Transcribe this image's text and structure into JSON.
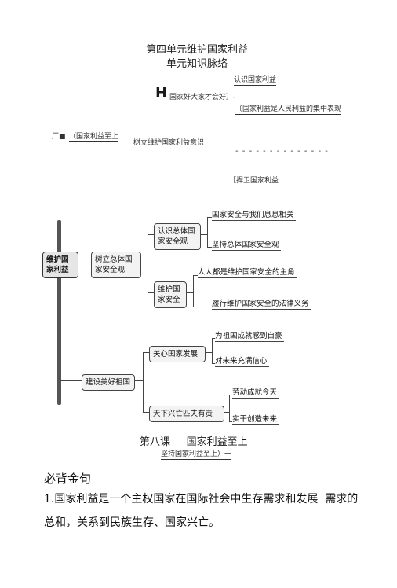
{
  "header": {
    "unit_title": "第四单元维护国家利益",
    "unit_subtitle": "单元知识脉络"
  },
  "outline": {
    "line1": "认识国家利益",
    "h_glyph": "H",
    "line2": "国家好大家才会好〕-",
    "line3": "〔国家利益是人民利益的集中表现",
    "prefix_glyph": "厂■",
    "line4a": "（国家利益至上",
    "line4b": "树立维护国家利益意识",
    "dashes": "- - - - - - - -    - - - - - -",
    "line5": "［捍卫国家利益"
  },
  "mindmap": {
    "root": "维护国\n家利益",
    "branch1": "树立总体国\n家安全观",
    "b1_sub1": "认识总体国\n家安全观",
    "b1_sub1_leaf1": "国家安全与我们息息相关",
    "b1_sub1_leaf2": "坚持总体国家安全观",
    "b1_sub2": "维护国\n家安全",
    "b1_sub2_leaf1": "人人都是维护国家安全的主角",
    "b1_sub2_leaf2": "履行维护国家安全的法律义务",
    "branch2": "建设美好祖国",
    "b2_sub1": "关心国家发展",
    "b2_sub1_leaf1": "为祖国成就感到自豪",
    "b2_sub1_leaf2": "对未来充满信心",
    "b2_sub2": "天下兴亡匹夫有责",
    "b2_sub2_leaf1": "劳动成就今天",
    "b2_sub2_leaf2": "实干创造未来"
  },
  "lesson": {
    "title": "第八课     国家利益至上",
    "sub": "坚持国家利益至上）一"
  },
  "body": {
    "heading": "必背金句",
    "p1_line1": "1.国家利益是一个主权国家在国际社会中生存需求和发展  需求的",
    "p1_line2": "总和，关系到民族生存、国家兴亡。"
  }
}
